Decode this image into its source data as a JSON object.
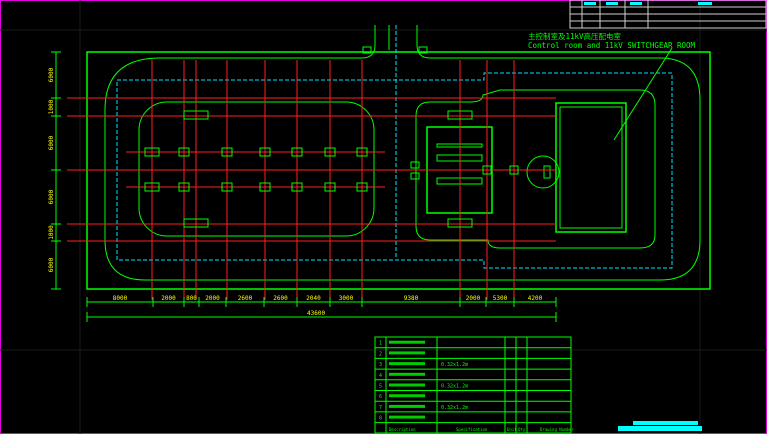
{
  "title_en": "Control room and 11kV SWITCHGEAR ROOM",
  "title_cn": "主控制室及11kV高压配电室",
  "horizontal_dims": [
    "8000",
    "2000",
    "800",
    "2000",
    "2600",
    "2600",
    "2040",
    "3000",
    "9380",
    "2000",
    "5300",
    "4200"
  ],
  "total_width": "43600",
  "vertical_dims": [
    "6000",
    "1000",
    "6000",
    "6000",
    "1000",
    "6000"
  ],
  "table_rows": [
    "1",
    "2",
    "3",
    "4",
    "5",
    "6",
    "7",
    "8"
  ],
  "table_values": [
    "0.32x1.2m",
    "0.32x1.2m",
    "0.32x1.2m"
  ],
  "table_footer": [
    "Description",
    "Specification",
    "Unit",
    "Qty",
    "Drawing Number"
  ],
  "colors": {
    "frame": "#e000e0",
    "line": "#00ff00",
    "axis": "#ff2020",
    "boundary": "#00e5ff",
    "dim_text": "#ffff00",
    "accent": "#00ffff"
  }
}
